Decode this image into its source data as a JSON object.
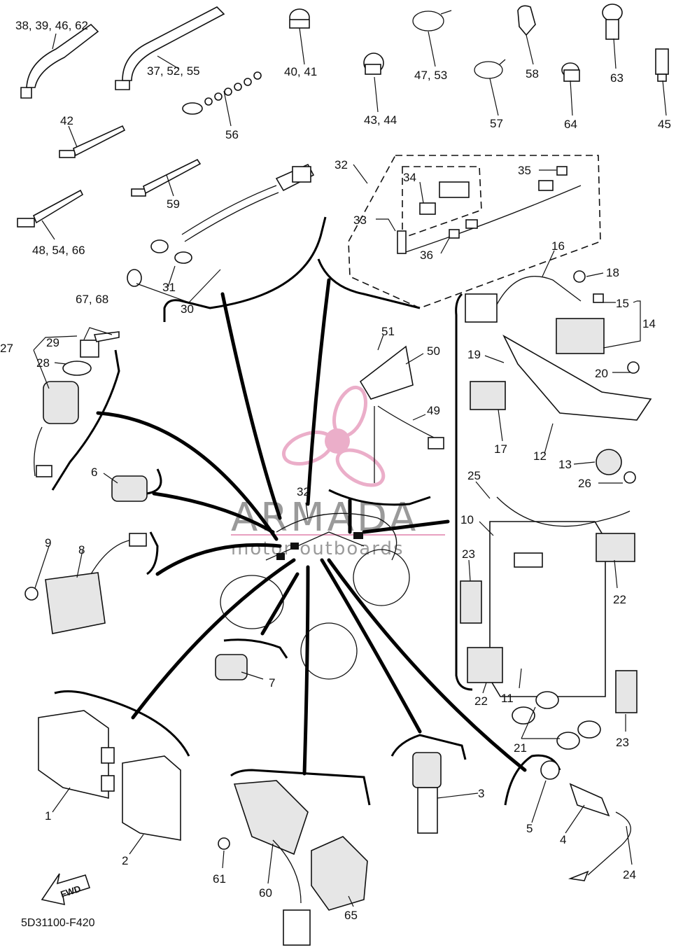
{
  "diagram": {
    "diagram_code": "5D31100-F420",
    "watermark": {
      "brand": "ARMADA",
      "tagline": "motor outboards",
      "color": "#e8a0c0"
    },
    "direction_badge": "FWD",
    "part_labels": {
      "p1": "1",
      "p2": "2",
      "p3": "3",
      "p4": "4",
      "p5": "5",
      "p6": "6",
      "p7": "7",
      "p8": "8",
      "p9": "9",
      "p10": "10",
      "p11": "11",
      "p12": "12",
      "p13": "13",
      "p14": "14",
      "p15": "15",
      "p16": "16",
      "p17": "17",
      "p18": "18",
      "p19": "19",
      "p20": "20",
      "p21": "21",
      "p22a": "22",
      "p22b": "22",
      "p23a": "23",
      "p23b": "23",
      "p24": "24",
      "p25": "25",
      "p26": "26",
      "p27": "27",
      "p28": "28",
      "p29": "29",
      "p30": "30",
      "p31": "31",
      "p32a": "32",
      "p32b": "32",
      "p33": "33",
      "p34": "34",
      "p35": "35",
      "p36": "36",
      "p38": "38, 39, 46, 62",
      "p37": "37, 52, 55",
      "p40": "40, 41",
      "p43": "43, 44",
      "p47": "47, 53",
      "p57": "57",
      "p58": "58",
      "p64": "64",
      "p63": "63",
      "p45": "45",
      "p42": "42",
      "p56": "56",
      "p59": "59",
      "p48": "48, 54, 66",
      "p49": "49",
      "p50": "50",
      "p51": "51",
      "p60": "60",
      "p61": "61",
      "p65": "65",
      "p67": "67, 68"
    }
  }
}
